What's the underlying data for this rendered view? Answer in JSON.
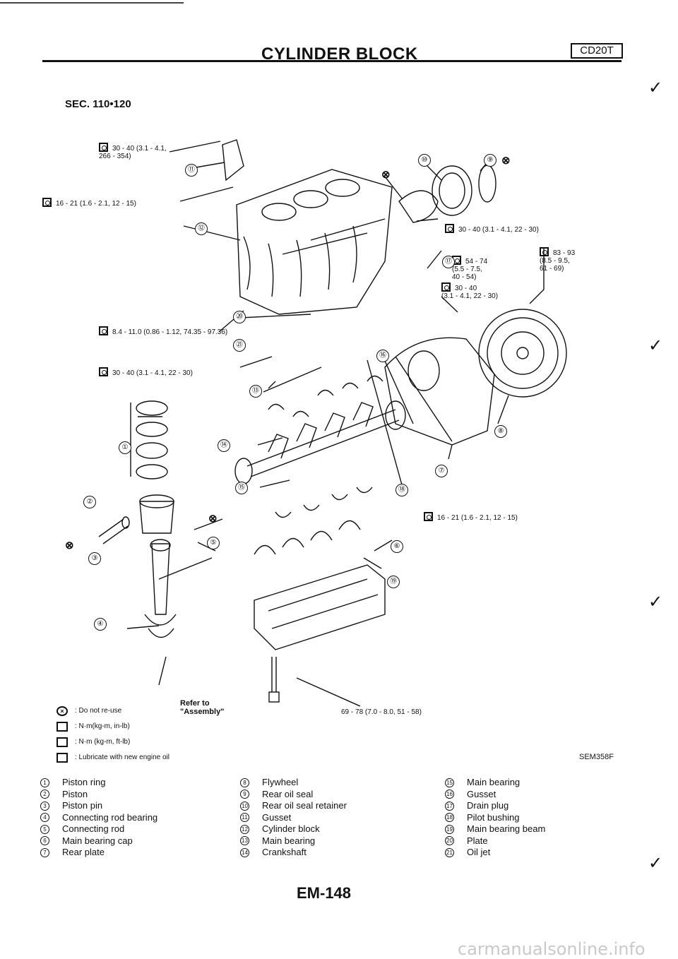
{
  "header": {
    "title": "CYLINDER BLOCK",
    "model": "CD20T"
  },
  "section": "SEC. 110•120",
  "figure_code": "SEM358F",
  "torque_specs": [
    "30 - 40 (3.1 - 4.1,\n266 - 354)",
    "16 - 21 (1.6 - 2.1, 12 - 15)",
    "30 - 40 (3.1 - 4.1, 22 - 30)",
    "83 - 93\n(8.5 - 9.5,\n61 - 69)",
    "54 - 74\n(5.5 - 7.5,\n40 - 54)",
    "30 - 40\n(3.1 - 4.1, 22 - 30)",
    "8.4 - 11.0 (0.86 - 1.12, 74.35 - 97.36)",
    "30 - 40 (3.1 - 4.1, 22 - 30)",
    "16 - 21 (1.6 - 2.1, 12 - 15)",
    "69 - 78 (7.0 - 8.0, 51 - 58)"
  ],
  "callouts": [
    "①",
    "②",
    "③",
    "④",
    "⑤",
    "⑥",
    "⑦",
    "⑧",
    "⑨",
    "⑩",
    "⑪",
    "⑫",
    "⑬",
    "⑭",
    "⑮",
    "⑯",
    "⑰",
    "⑱",
    "⑲",
    "⑳",
    "㉑"
  ],
  "legend": {
    "do_not_reuse": ": Do not re-use",
    "nm_inlb": ": N·m(kg-m, in-lb)",
    "nm_ftlb": ": N·m (kg-m, ft-lb)",
    "lubricate": ": Lubricate with new engine oil",
    "refer": "Refer to\n\"Assembly\""
  },
  "parts_col1": [
    {
      "n": "1",
      "label": "Piston ring"
    },
    {
      "n": "2",
      "label": "Piston"
    },
    {
      "n": "3",
      "label": "Piston pin"
    },
    {
      "n": "4",
      "label": "Connecting rod bearing"
    },
    {
      "n": "5",
      "label": "Connecting rod"
    },
    {
      "n": "6",
      "label": "Main bearing cap"
    },
    {
      "n": "7",
      "label": "Rear plate"
    }
  ],
  "parts_col2": [
    {
      "n": "8",
      "label": "Flywheel"
    },
    {
      "n": "9",
      "label": "Rear oil seal"
    },
    {
      "n": "10",
      "label": "Rear oil seal retainer"
    },
    {
      "n": "11",
      "label": "Gusset"
    },
    {
      "n": "12",
      "label": "Cylinder block"
    },
    {
      "n": "13",
      "label": "Main bearing"
    },
    {
      "n": "14",
      "label": "Crankshaft"
    }
  ],
  "parts_col3": [
    {
      "n": "15",
      "label": "Main bearing"
    },
    {
      "n": "16",
      "label": "Gusset"
    },
    {
      "n": "17",
      "label": "Drain plug"
    },
    {
      "n": "18",
      "label": "Pilot bushing"
    },
    {
      "n": "19",
      "label": "Main bearing beam"
    },
    {
      "n": "20",
      "label": "Plate"
    },
    {
      "n": "21",
      "label": "Oil jet"
    }
  ],
  "page_number": "EM-148",
  "watermark": "carmanualsonline.info"
}
